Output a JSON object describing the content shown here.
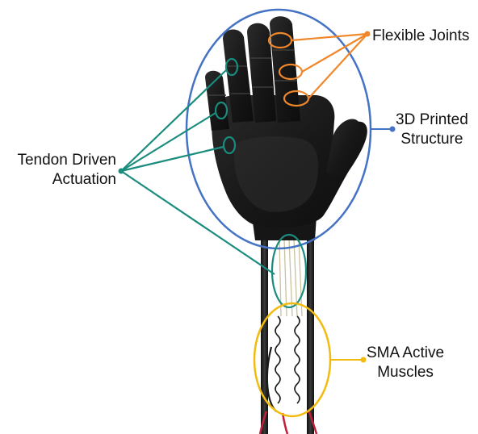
{
  "labels": {
    "flexible_joints": "Flexible Joints",
    "printed_structure": [
      "3D Printed",
      "Structure"
    ],
    "tendon_actuation": [
      "Tendon Driven",
      "Actuation"
    ],
    "sma_muscles": [
      "SMA Active",
      "Muscles"
    ]
  },
  "colors": {
    "joints": "#F0872B",
    "structure": "#4472C4",
    "tendon": "#1A8C7E",
    "sma": "#F2BB10",
    "hand": "#1F1F1F",
    "background": "#FFFFFF"
  },
  "icons": {
    "robotic_hand": "robotic-hand-photo"
  }
}
